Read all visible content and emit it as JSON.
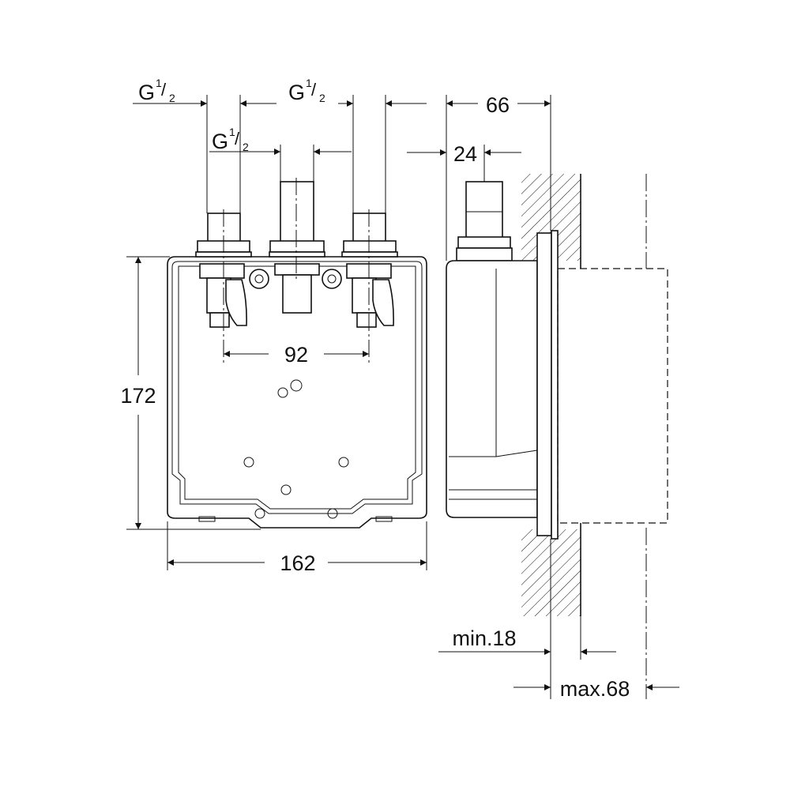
{
  "dimensions": {
    "thread_label_main": "G",
    "thread_num": "1",
    "thread_den": "2",
    "width_total": "162",
    "height_total": "172",
    "pipe_spacing": "92",
    "depth": "66",
    "pipe_offset": "24",
    "min_depth": "min.18",
    "max_depth": "max.68"
  },
  "colors": {
    "line": "#111111",
    "background": "#ffffff"
  }
}
